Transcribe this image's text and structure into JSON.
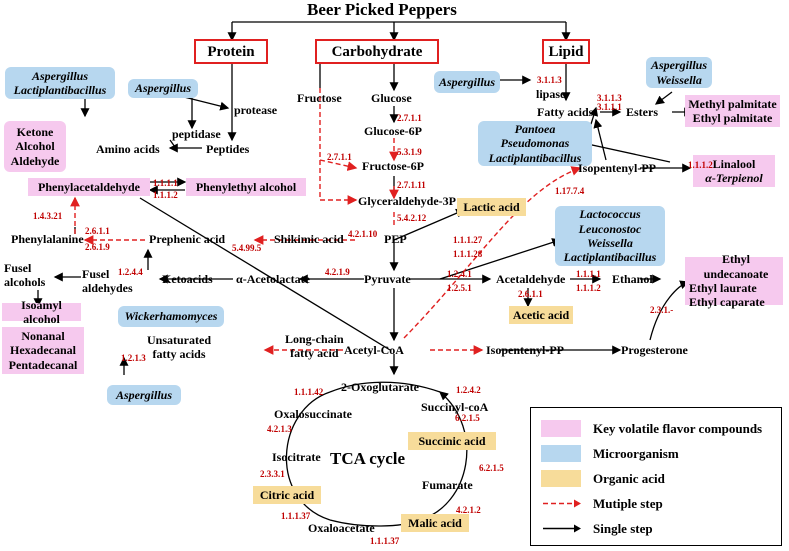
{
  "title": "Beer Picked Peppers",
  "categories": {
    "protein": "Protein",
    "carbohydrate": "Carbohydrate",
    "lipid": "Lipid"
  },
  "microorganisms": {
    "asp_lact": [
      "Aspergillus",
      "Lactiplantibacillus"
    ],
    "aspergillus_protease": "Aspergillus",
    "aspergillus_lipase": "Aspergillus",
    "asp_weissella": [
      "Aspergillus",
      "Weissella"
    ],
    "pantoea_group": [
      "Pantoea",
      "Pseudomonas",
      "Lactiplantibacillus"
    ],
    "lacto_group": [
      "Lactococcus",
      "Leuconostoc",
      "Weissella",
      "Lactiplantibacillus"
    ],
    "wickerhamomyces": "Wickerhamomyces",
    "aspergillus_bottom": "Aspergillus"
  },
  "flavor_compounds": {
    "ketone_group": [
      "Ketone",
      "Alcohol",
      "Aldehyde"
    ],
    "phenylacetaldehyde": "Phenylacetaldehyde",
    "phenylethyl_alcohol": "Phenylethyl alcohol",
    "methyl_ethyl_palmitate": [
      "Methyl palmitate",
      "Ethyl palmitate"
    ],
    "linalool_terpienol": [
      "Linalool",
      "α-Terpienol"
    ],
    "isoamyl_alcohol": "Isoamyl alcohol",
    "nonanal_group": [
      "Nonanal",
      "Hexadecanal",
      "Pentadecanal"
    ],
    "ethyl_esters": [
      "Ethyl undecanoate",
      "Ethyl laurate",
      "Ethyl caparate"
    ]
  },
  "organic_acids": {
    "lactic": "Lactic acid",
    "acetic": "Acetic acid",
    "succinic": "Succinic acid",
    "citric": "Citric acid",
    "malic": "Malic acid"
  },
  "metabolites": {
    "protease": "protease",
    "peptidase": "peptidase",
    "peptides": "Peptides",
    "amino_acids": "Amino acids",
    "fructose": "Fructose",
    "glucose": "Glucose",
    "glucose_6p": "Glucose-6P",
    "fructose_6p": "Fructose-6P",
    "glyceraldehyde_3p": "Glyceraldehyde-3P",
    "pep": "PEP",
    "shikimic_acid": "Shikimic acid",
    "prephenic_acid": "Prephenic acid",
    "phenylalanine": "Phenylalanine",
    "lipase": "lipase",
    "fatty_acids": "Fatty acids",
    "esters": "Esters",
    "isopentenyl_pp_top": "Isopentenyl-PP",
    "fusel_alcohols": [
      "Fusel",
      "alcohols"
    ],
    "fusel_aldehydes": [
      "Fusel",
      "aldehydes"
    ],
    "ketoacids": "Ketoacids",
    "acetolactate": "α-Acetolactate",
    "pyruvate": "Pyruvate",
    "acetaldehyde": "Acetaldehyde",
    "ethanol": "Ethanol",
    "unsaturated_fatty_acids": [
      "Unsaturated",
      "fatty acids"
    ],
    "long_chain_fatty_acid": [
      "Long-chain",
      "fatty acid"
    ],
    "acetyl_coa": "Acetyl-CoA",
    "isopentenyl_pp_bottom": "Isopentenyl-PP",
    "progesterone": "Progesterone",
    "oxoglutarate": "2-Oxoglutarate",
    "oxalosuccinate": "Oxalosuccinate",
    "succinyl_coa": "Succinyl-coA",
    "isocitrate": "Isocitrate",
    "fumarate": "Fumarate",
    "oxaloacetate": "Oxaloacetate",
    "tca_cycle": "TCA cycle"
  },
  "enzymes": {
    "e_3113": "3.1.1.3",
    "e_3113b": "3.1.1.3",
    "e_3111": "3.1.1.1",
    "e_2711a": "2.7.1.1",
    "e_5319": "5.3.1.9",
    "e_2711b": "2.7.1.1",
    "e_27111": "2.7.1.11",
    "e_54212": "5.4.2.12",
    "e_11112": "1.1.1.2",
    "e_11171": "1.1.1.1",
    "e_11112b": "1.1.1.2",
    "e_14321": "1.4.3.21",
    "e_1774": "1.17.7.4",
    "e_26117": "2.6.1.1",
    "e_2619": "2.6.1.9",
    "e_42110": "4.2.1.10",
    "e_54995": "5.4.99.5",
    "e_111127": "1.1.1.27",
    "e_111128": "1.1.1.28",
    "e_1244": "1.2.4.4",
    "e_4219": "4.2.1.9",
    "e_1241": "1.2.4.1",
    "e_1251": "1.2.5.1",
    "e_11111c": "1.1.1.1",
    "e_11112c": "1.1.1.2",
    "e_2611": "2.6.1.1",
    "e_231": "2.3.1.-",
    "e_1213": "1.2.1.3",
    "e_11142": "1.1.1.42",
    "e_1242": "1.2.4.2",
    "e_4213": "4.2.1.3",
    "e_6215a": "6.2.1.5",
    "e_2331": "2.3.3.1",
    "e_6215b": "6.2.1.5",
    "e_4212": "4.2.1.2",
    "e_11137a": "1.1.1.37",
    "e_11137b": "1.1.1.37"
  },
  "legend": {
    "items": [
      {
        "label": "Key volatile flavor compounds",
        "color": "#f6c9ee"
      },
      {
        "label": "Microorganism",
        "color": "#b7d7ef"
      },
      {
        "label": "Organic acid",
        "color": "#f7dc9a"
      },
      {
        "label": "Mutiple step"
      },
      {
        "label": "Single step"
      }
    ]
  },
  "colors": {
    "enzyme_red": "#c00000",
    "dashed_red": "#e02020",
    "pink": "#f6c9ee",
    "blue": "#b7d7ef",
    "yellow": "#f7dc9a"
  }
}
